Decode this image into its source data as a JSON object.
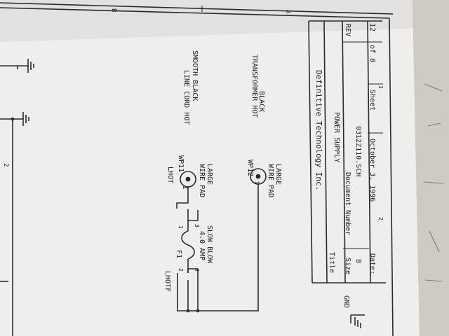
{
  "border": {
    "zone_top": "B",
    "zone_right": "A"
  },
  "company": "Definitive Technology Inc.",
  "title_block": {
    "title_label": "Title",
    "title_value": "POWER SUPPLY",
    "size_label": "Size",
    "size_value": "B",
    "docnum_label": "Document Number",
    "docnum_value": "0312Z110.SCH",
    "rev_label": "REV",
    "date_label": "Date:",
    "date_value": "October  3, 1996",
    "sheet_label": "Sheet",
    "sheet_value": "8",
    "sheet_of": "of",
    "sheet_total": "12",
    "col_mark_1": "2",
    "col_mark_2": "1"
  },
  "components": {
    "wp11": {
      "ref": "WP11",
      "pin": "1",
      "type1": "WIRE PAD",
      "type2": "LARGE",
      "note1": "LINE CORD HOT",
      "note2": "SMOOTH BLACK"
    },
    "wp12": {
      "ref": "WP12",
      "pin": "1",
      "type1": "WIRE PAD",
      "type2": "LARGE",
      "note1": "TRANSFORMER HOT",
      "note2": "BLACK"
    },
    "f1": {
      "ref": "F1",
      "rating": "4.0 AMP",
      "type": "SLOW BLOW",
      "pin1": "1",
      "pin2": "2",
      "pin3": "3",
      "pin4": "4"
    }
  },
  "nets": {
    "lhot": "LHOT",
    "lhotf": "LHOTF",
    "gnd": "GND",
    "edge_label": "2"
  }
}
